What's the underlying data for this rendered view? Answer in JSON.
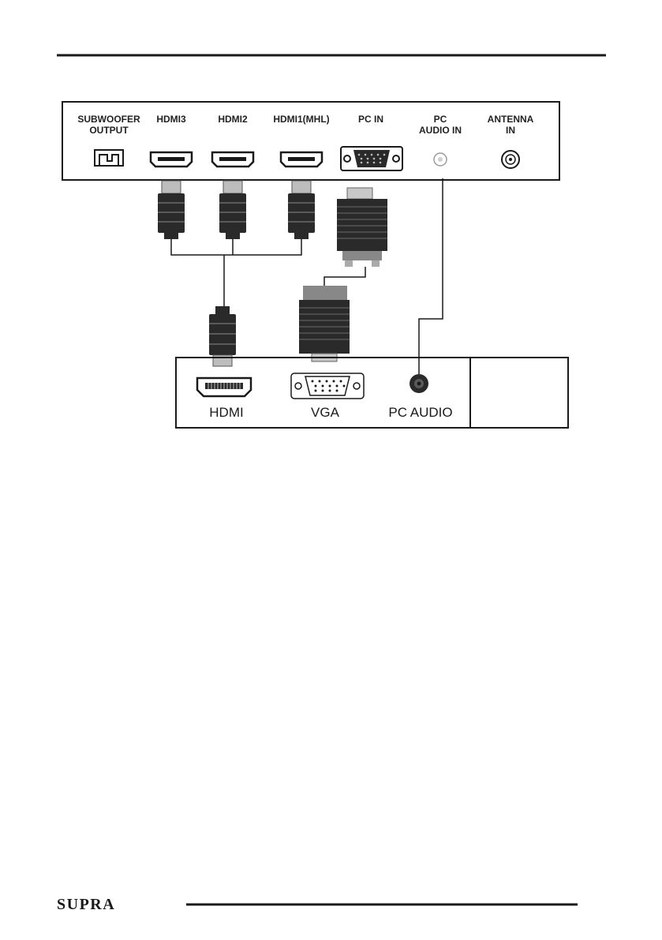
{
  "tv_panel": {
    "ports": [
      {
        "id": "subwoofer",
        "label_lines": [
          "SUBWOOFER",
          "OUTPUT"
        ]
      },
      {
        "id": "hdmi3",
        "label_lines": [
          "HDMI3"
        ]
      },
      {
        "id": "hdmi2",
        "label_lines": [
          "HDMI2"
        ]
      },
      {
        "id": "hdmi1",
        "label_lines": [
          "HDMI1(MHL)"
        ]
      },
      {
        "id": "pc-in",
        "label_lines": [
          "PC IN"
        ]
      },
      {
        "id": "pc-audio-in",
        "label_lines": [
          "PC",
          "AUDIO IN"
        ]
      },
      {
        "id": "antenna",
        "label_lines": [
          "ANTENNA",
          "IN"
        ]
      }
    ]
  },
  "pc_panel": {
    "hdmi_label": "HDMI",
    "vga_label": "VGA",
    "audio_label": "PC AUDIO"
  },
  "footer": {
    "brand": "SUPRA"
  },
  "colors": {
    "line": "#1a1a1a",
    "connector_dark": "#2a2a2a",
    "connector_mid": "#777777",
    "connector_light": "#bdbdbd"
  }
}
